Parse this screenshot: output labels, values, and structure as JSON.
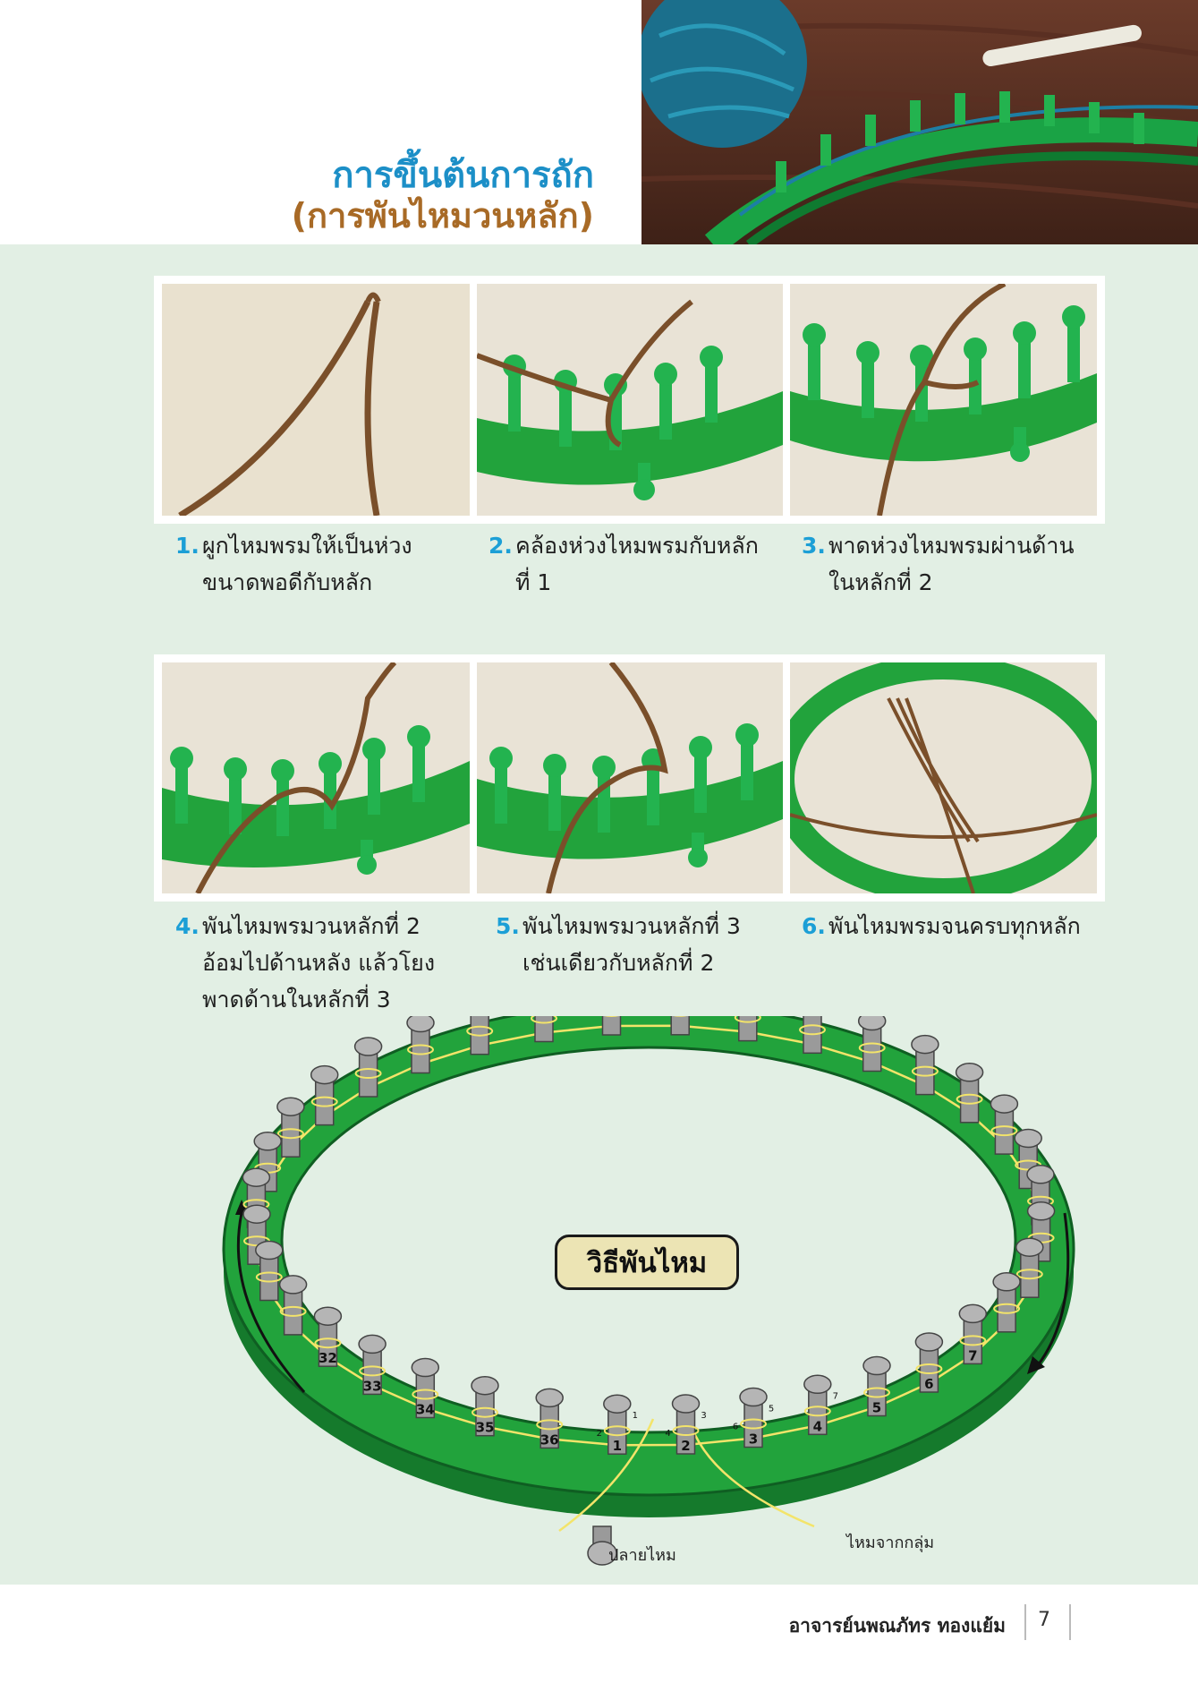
{
  "header": {
    "title_line1": "การขึ้นต้นการถัก",
    "title_line2": "(การพันไหมวนหลัก)"
  },
  "steps": [
    {
      "num": "1.",
      "text": "ผูกไหมพรมให้เป็นห่วงขนาดพอดีกับหลัก"
    },
    {
      "num": "2.",
      "text": "คล้องห่วงไหมพรมกับหลักที่ 1"
    },
    {
      "num": "3.",
      "text": "พาดห่วงไหมพรมผ่านด้านในหลักที่ 2"
    },
    {
      "num": "4.",
      "text": "พันไหมพรมวนหลักที่ 2 อ้อมไปด้านหลัง  แล้วโยงพาดด้านในหลักที่ 3"
    },
    {
      "num": "5.",
      "text": "พันไหมพรมวนหลักที่ 3 เช่นเดียวกับหลักที่ 2"
    },
    {
      "num": "6.",
      "text": "พันไหมพรมจนครบทุกหลัก"
    }
  ],
  "diagram": {
    "title": "วิธีพันไหม",
    "label_yarn_end": "ปลายไหม",
    "label_yarn_ball": "ไหมจากกลุ่ม",
    "peg_numbers": [
      "1",
      "2",
      "3",
      "4",
      "5",
      "6",
      "7",
      "32",
      "33",
      "34",
      "35",
      "36"
    ],
    "step_marks": [
      "1",
      "2",
      "3",
      "4",
      "5",
      "6",
      "7"
    ]
  },
  "footer": {
    "author": "อาจารย์นพณภัทร ทองแย้ม",
    "page_number": "7"
  },
  "colors": {
    "title_blue": "#1c8fc7",
    "title_brown": "#a86a26",
    "step_number_blue": "#1c9fd6",
    "page_background": "#e2efe4",
    "loom_green": "#22a33c",
    "yarn_brown": "#7a4f2a",
    "yarn_yellow": "#f3e46a"
  }
}
